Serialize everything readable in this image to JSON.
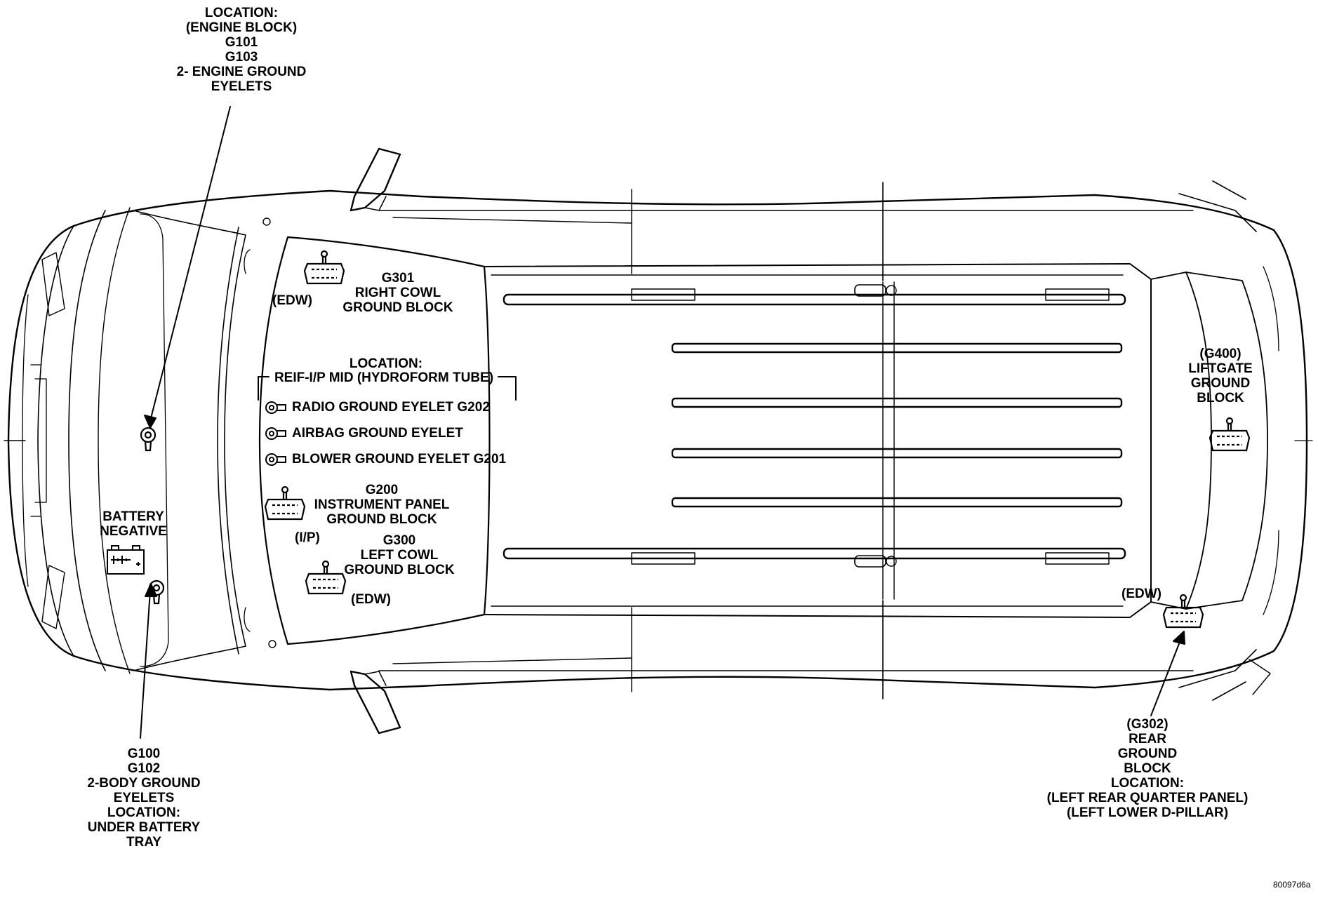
{
  "colors": {
    "line": "#000000",
    "background": "#ffffff"
  },
  "engine_block": {
    "lines": [
      "LOCATION:",
      "(ENGINE BLOCK)",
      "G101",
      "G103",
      "2- ENGINE GROUND",
      "EYELETS"
    ]
  },
  "right_cowl": {
    "code": "G301",
    "line2": "RIGHT COWL",
    "line3": "GROUND BLOCK",
    "tag": "(EDW)"
  },
  "ip_mid": {
    "location": "LOCATION:",
    "title": "REIF-I/P MID (HYDROFORM TUBE)",
    "eyelets": [
      "RADIO GROUND EYELET G202",
      "AIRBAG GROUND EYELET",
      "BLOWER GROUND EYELET G201"
    ]
  },
  "instrument_panel": {
    "code": "G200",
    "line2": "INSTRUMENT PANEL",
    "line3": "GROUND BLOCK",
    "tag": "(I/P)"
  },
  "left_cowl": {
    "code": "G300",
    "line2": "LEFT COWL",
    "line3": "GROUND BLOCK",
    "tag": "(EDW)"
  },
  "battery": {
    "lines": [
      "BATTERY",
      "NEGATIVE"
    ]
  },
  "body_ground": {
    "lines": [
      "G100",
      "G102",
      "2-BODY GROUND",
      "EYELETS",
      "LOCATION:",
      "UNDER BATTERY",
      "TRAY"
    ]
  },
  "liftgate": {
    "lines": [
      "(G400)",
      "LIFTGATE",
      "GROUND",
      "BLOCK"
    ]
  },
  "rear_ground": {
    "tag": "(EDW)",
    "lines": [
      "(G302)",
      "REAR",
      "GROUND",
      "BLOCK",
      "LOCATION:",
      "(LEFT REAR QUARTER PANEL)",
      "(LEFT LOWER D-PILLAR)"
    ]
  },
  "figure_id": "80097d6a",
  "icons": [
    "ground-block-icon",
    "ground-eyelet-icon",
    "battery-icon"
  ]
}
